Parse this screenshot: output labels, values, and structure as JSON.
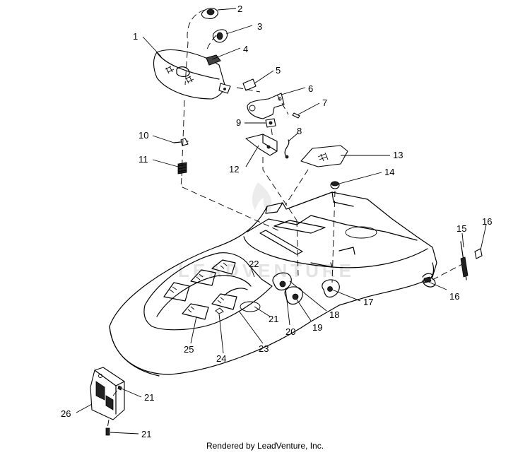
{
  "callouts": [
    "1",
    "2",
    "3",
    "4",
    "5",
    "6",
    "7",
    "8",
    "9",
    "10",
    "11",
    "12",
    "13",
    "14",
    "15",
    "16",
    "16",
    "17",
    "18",
    "19",
    "20",
    "21",
    "21",
    "21",
    "22",
    "23",
    "24",
    "25",
    "26"
  ],
  "footer": "Rendered by LeadVenture, Inc.",
  "watermark": "LEADVENTURE"
}
